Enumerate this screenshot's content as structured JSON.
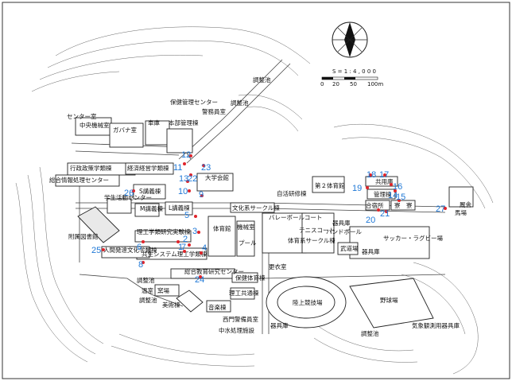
{
  "map": {
    "scale": {
      "ratio": "S = 1 : 4 , 0 0 0",
      "ticks": [
        "0",
        "20",
        "50",
        "100m"
      ]
    },
    "labels": [
      {
        "id": "choseichi-nw",
        "text": "調整池"
      },
      {
        "id": "choseichi-n",
        "text": "調整池"
      },
      {
        "id": "hoken",
        "text": "保健管理センター"
      },
      {
        "id": "keibi",
        "text": "警務員室"
      },
      {
        "id": "center-room",
        "text": "センター室"
      },
      {
        "id": "chuo-kikai",
        "text": "中央機械室"
      },
      {
        "id": "gabana",
        "text": "ガバナ室"
      },
      {
        "id": "shako",
        "text": "車庫"
      },
      {
        "id": "honbu",
        "text": "本部管理棟"
      },
      {
        "id": "gyosei",
        "text": "行政政策学類棟"
      },
      {
        "id": "sogo-joho",
        "text": "総合情報処理センター"
      },
      {
        "id": "keizai",
        "text": "経済経営学類棟"
      },
      {
        "id": "daigaku-kaikan",
        "text": "大学会館"
      },
      {
        "id": "s-kogi",
        "text": "S講義棟"
      },
      {
        "id": "gakusei-katsudo",
        "text": "学生活動センター"
      },
      {
        "id": "m-kogi",
        "text": "M講義棟"
      },
      {
        "id": "l-kogi",
        "text": "L講義棟"
      },
      {
        "id": "fuzoku-tosho",
        "text": "附属図書館"
      },
      {
        "id": "rigaku-jikken",
        "text": "理工学類研究実験棟"
      },
      {
        "id": "kyosei",
        "text": "共生システム理工学類棟"
      },
      {
        "id": "ningen",
        "text": "人間発達文化学類棟"
      },
      {
        "id": "taiikukan",
        "text": "体育館"
      },
      {
        "id": "kikaishitsu",
        "text": "機械室"
      },
      {
        "id": "pool",
        "text": "プール"
      },
      {
        "id": "bunka-circle",
        "text": "文化系サークル棟"
      },
      {
        "id": "jiritsu",
        "text": "自活研修棟"
      },
      {
        "id": "dai2-taiikukan",
        "text": "第２体育館"
      },
      {
        "id": "volleyball",
        "text": "バレーボールコート"
      },
      {
        "id": "tennis",
        "text": "テニスコート"
      },
      {
        "id": "taiiku-circle",
        "text": "体育系サークル棟"
      },
      {
        "id": "kigu-1",
        "text": "器具庫"
      },
      {
        "id": "handball",
        "text": "ハンドボール"
      },
      {
        "id": "soccer",
        "text": "サッカー・ラグビー場"
      },
      {
        "id": "budo",
        "text": "武道場"
      },
      {
        "id": "kigu-2",
        "text": "器具庫"
      },
      {
        "id": "kyouyou",
        "text": "共用庫"
      },
      {
        "id": "kanri",
        "text": "管理棟"
      },
      {
        "id": "kasho",
        "text": "合宿所"
      },
      {
        "id": "yoryo",
        "text": "寮　寮"
      },
      {
        "id": "kyusha",
        "text": "厩舎"
      },
      {
        "id": "bajo",
        "text": "馬場"
      },
      {
        "id": "koui",
        "text": "更衣室"
      },
      {
        "id": "hoken-taiiku",
        "text": "保健体育棟"
      },
      {
        "id": "sogo-kyoiku",
        "text": "総合教育研究センター"
      },
      {
        "id": "rikujo",
        "text": "陸上競技場"
      },
      {
        "id": "yakyu",
        "text": "野球場"
      },
      {
        "id": "choseichi-w",
        "text": "調整池"
      },
      {
        "id": "onshitsu",
        "text": "温室"
      },
      {
        "id": "kiln",
        "text": "窯場"
      },
      {
        "id": "choseichi-w2",
        "text": "調整池"
      },
      {
        "id": "bijutsu",
        "text": "美術棟"
      },
      {
        "id": "ongaku",
        "text": "音楽棟"
      },
      {
        "id": "rikou-kyodo",
        "text": "理工共通棟"
      },
      {
        "id": "nishimon",
        "text": "西門警備員室"
      },
      {
        "id": "kigu-3",
        "text": "器具庫"
      },
      {
        "id": "chusui",
        "text": "中水処理施設"
      },
      {
        "id": "kisho",
        "text": "気象観測用器具庫"
      },
      {
        "id": "choseichi-s",
        "text": "調整池"
      }
    ],
    "markers": [
      "1",
      "2",
      "3",
      "4",
      "5",
      "6",
      "7",
      "8",
      "9",
      "10",
      "11",
      "12",
      "13",
      "14",
      "15",
      "16",
      "17",
      "18",
      "19",
      "20",
      "21",
      "22",
      "23",
      "24",
      "25",
      "26",
      "27"
    ]
  }
}
